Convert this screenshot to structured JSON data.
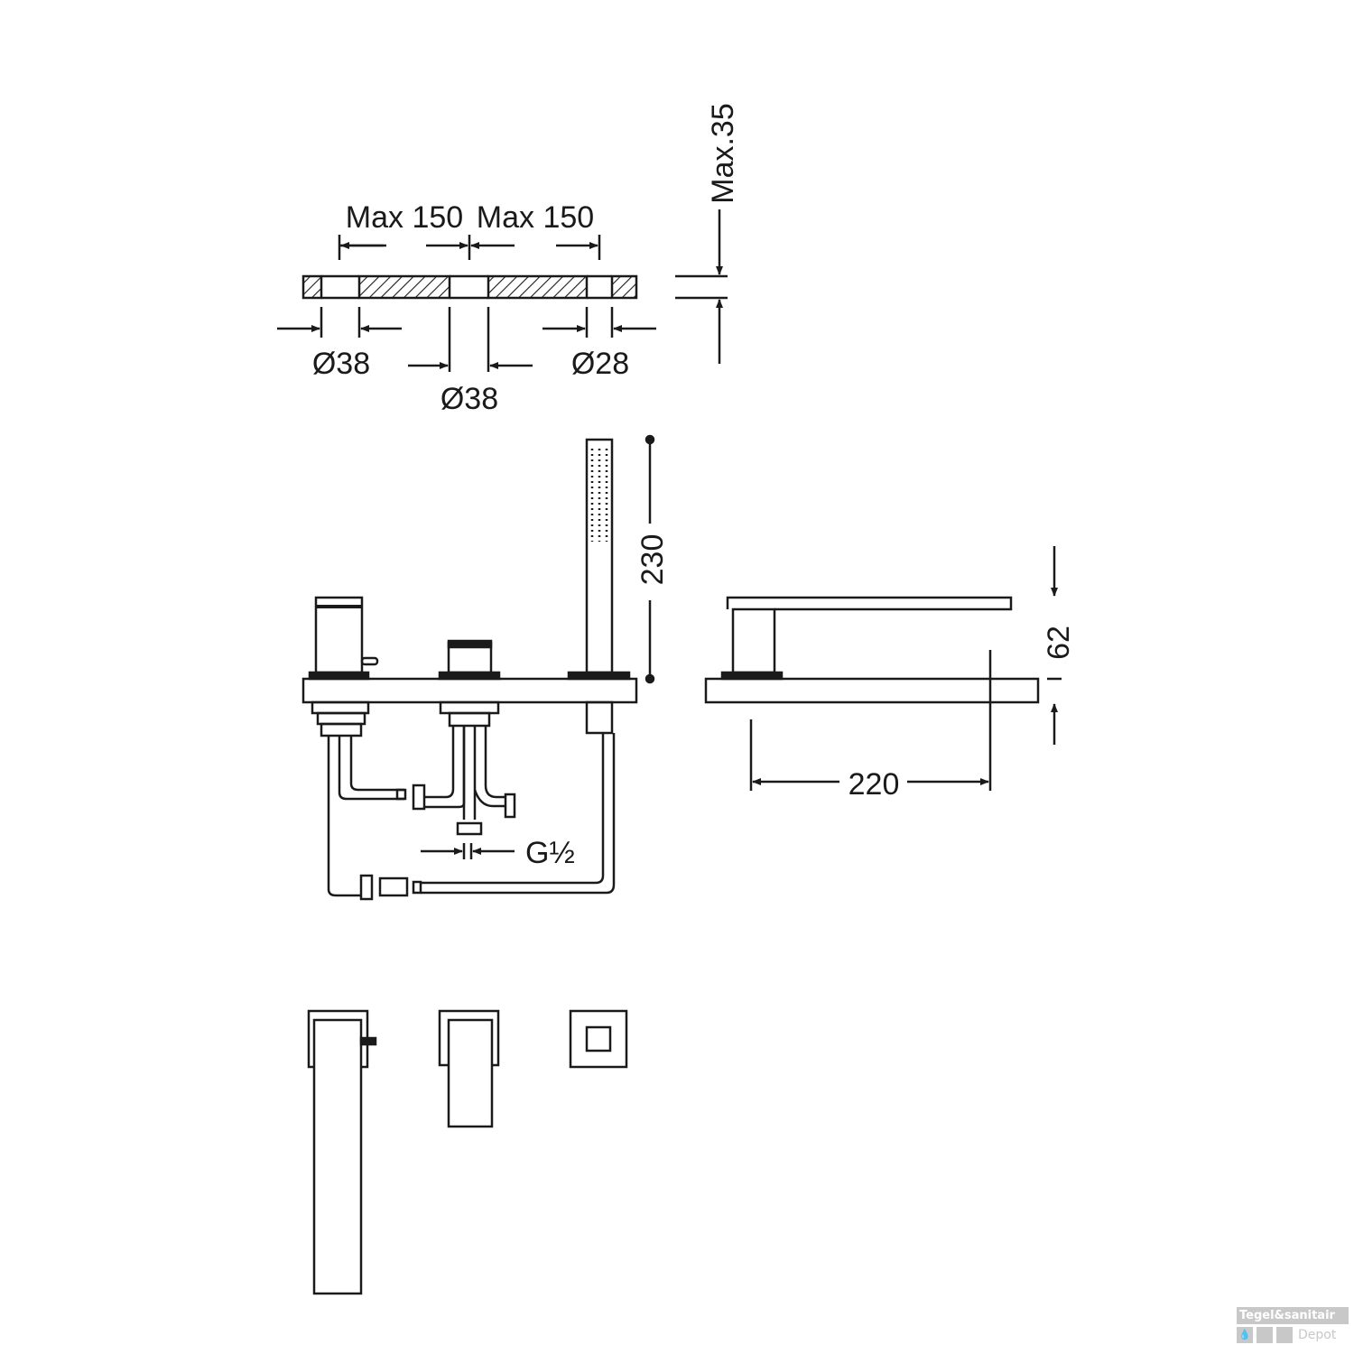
{
  "plan_dimensions": {
    "spacing_1": "Max 150",
    "spacing_2": "Max 150",
    "hole_left": "Ø38",
    "hole_middle": "Ø38",
    "hole_right": "Ø28",
    "deck_thickness": "Max.35"
  },
  "elevation_dimensions": {
    "hand_shower_height": "230",
    "connection": "G½"
  },
  "spout_dimensions": {
    "spout_reach": "220",
    "spout_height": "62"
  },
  "watermark": {
    "line1": "Tegel&sanitair",
    "line2": "Depot",
    "color": "#c8c8c8"
  }
}
